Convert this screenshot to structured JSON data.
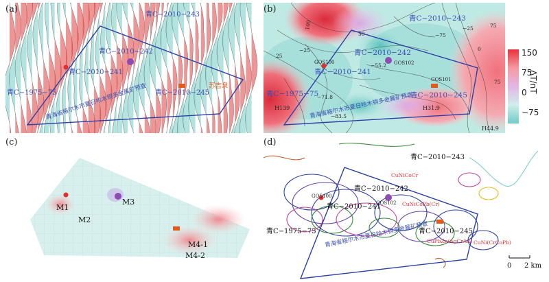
{
  "panels": {
    "a": {
      "label": "(a)",
      "texts": {
        "qc2010_243": "青C−2010−243",
        "qc2010_242": "青C−2010−242",
        "qc2010_241": "青C−2010−241",
        "qc2010_245": "青C−2010−245",
        "qc1975_75": "青C−1975−75",
        "area": "青海省格尔木市夏日哈木铜多金属矿预查",
        "suji": "苏吉泉"
      }
    },
    "b": {
      "label": "(b)",
      "texts": {
        "qc2010_243": "青C−2010−243",
        "qc2010_242": "青C−2010−242",
        "qc2010_241": "青C−2010−241",
        "qc2010_245": "青C−2010−245",
        "qc1975_75": "青C−1975−75",
        "area": "青海省格尔木市夏日哈木铜多金属矿预查",
        "gos100": "GOS100",
        "gos102": "GOS102",
        "gos101": "GOS101",
        "v_552": "−55.2",
        "v_718": "−71.8",
        "v_835": "−83.5",
        "h139": "H139",
        "h319": "H31.9",
        "h449": "H44.9",
        "c75": "75",
        "cm75": "−75",
        "c25": "25",
        "cm25": "−25",
        "c50": "50",
        "c100": "100",
        "c0": "0"
      },
      "colorbar": {
        "ticks": [
          "150",
          "75",
          "0",
          "−75"
        ],
        "unit": "ΔT/nT",
        "colors": [
          "#e8303c",
          "#f59aa0",
          "#e3b6e6",
          "#cfeee9",
          "#6fcbc6"
        ]
      }
    },
    "c": {
      "label": "(c)",
      "texts": {
        "m1": "M1",
        "m2": "M2",
        "m3": "M3",
        "m41": "M4-1",
        "m42": "M4-2"
      }
    },
    "d": {
      "label": "(d)",
      "texts": {
        "qc2010_243": "青C−2010−243",
        "qc2010_242": "青C−2010−242",
        "qc2010_241": "青C−2010−241",
        "qc2010_245": "青C−2010−245",
        "qc1975_75": "青C−1975−75",
        "area": "青海省格尔木市夏日哈木铜多金属矿预查",
        "gos100": "GOS100",
        "gos102": "GOS102",
        "cunicocr": "CuNiCoCr",
        "cunico_cr": "CuNiCoPb(Cr)",
        "cupbzn": "CuPbZn(AgCrAu)",
        "cuni_crcopb": "CuNi(CrCoPb)"
      },
      "scale": {
        "zero": "0",
        "label": "2 km"
      }
    }
  },
  "colors": {
    "red": "#e04040",
    "pink": "#f3a5ab",
    "teal": "#7fd0ca",
    "lightteal": "#cfeee9",
    "purple": "#8e4bb4",
    "blue": "#2b3fa6",
    "orange": "#e05a1c",
    "annotation": "#3a4fb3"
  }
}
